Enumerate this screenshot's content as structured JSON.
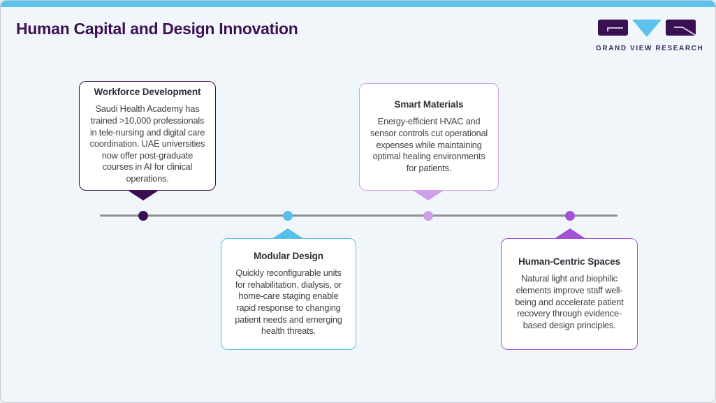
{
  "header": {
    "title": "Human Capital and Design Innovation",
    "brand": {
      "name": "GRAND VIEW RESEARCH"
    }
  },
  "timeline": {
    "items": [
      {
        "title": "Workforce Development",
        "body": "Saudi Health Academy has trained >10,000 professionals in tele-nursing and digital care coordination. UAE universities now offer post-graduate courses in AI for clinical operations.",
        "accent": "#3b1053",
        "position": "above"
      },
      {
        "title": "Modular Design",
        "body": "Quickly reconfigurable units for rehabilitation, dialysis, or home-care staging enable rapid response to changing patient needs and emerging health threats.",
        "accent": "#56bfea",
        "position": "below"
      },
      {
        "title": "Smart Materials",
        "body": "Energy-efficient HVAC and sensor controls cut operational expenses while maintaining optimal healing environments for patients.",
        "accent": "#cf9fe8",
        "position": "above"
      },
      {
        "title": "Human-Centric Spaces",
        "body": "Natural light and biophilic elements improve staff well-being and accelerate patient recovery through evidence-based design principles.",
        "accent": "#a351d6",
        "position": "below"
      }
    ]
  },
  "colors": {
    "top_bar": "#5bc3ee",
    "background": "#f0f6fa",
    "title_text": "#3c1253",
    "timeline_line": "#8d9095",
    "card_background": "#ffffff",
    "card_title_text": "#332e38",
    "card_body_text": "#414045",
    "logo_dark_purple": "#3b1053",
    "logo_blue": "#5bc3ee"
  }
}
